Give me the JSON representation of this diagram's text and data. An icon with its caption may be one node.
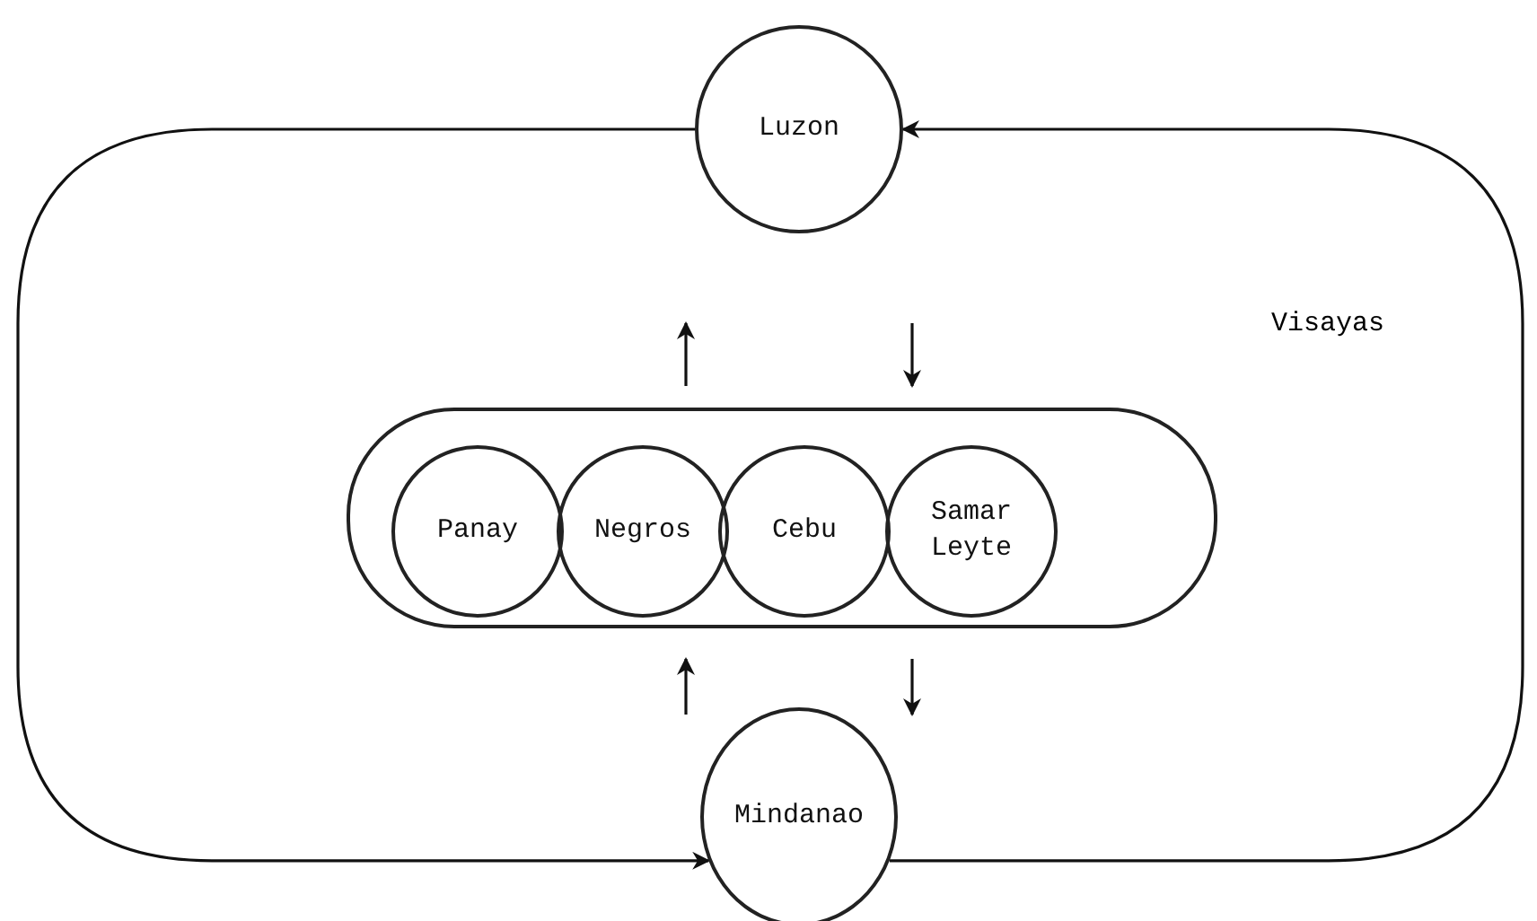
{
  "diagram": {
    "nodes": [
      {
        "text": [
          "Luzon"
        ]
      },
      {
        "text": [],
        "shape": "box"
      },
      {
        "text": [
          "Panay"
        ],
        "in": 1
      },
      {
        "text": [
          "Negros"
        ],
        "in": 1
      },
      {
        "text": [
          "Cebu"
        ],
        "in": 1
      },
      {
        "text": [
          "Samar Leyte"
        ],
        "in": 1
      },
      {
        "text": [
          "Mindanao"
        ]
      }
    ],
    "edges": [
      {
        "from": 0,
        "to": 6,
        "arrow": "to"
      },
      {
        "from": 6,
        "to": 0,
        "arrow": "to"
      },
      {
        "from": 1,
        "to": 0,
        "arrow": "to"
      },
      {
        "from": 0,
        "to": 1,
        "arrow": "to"
      },
      {
        "from": 6,
        "to": 1,
        "arrow": "to"
      },
      {
        "from": 1,
        "to": 6,
        "arrow": "to"
      }
    ],
    "labels": [
      "Visayas"
    ]
  }
}
